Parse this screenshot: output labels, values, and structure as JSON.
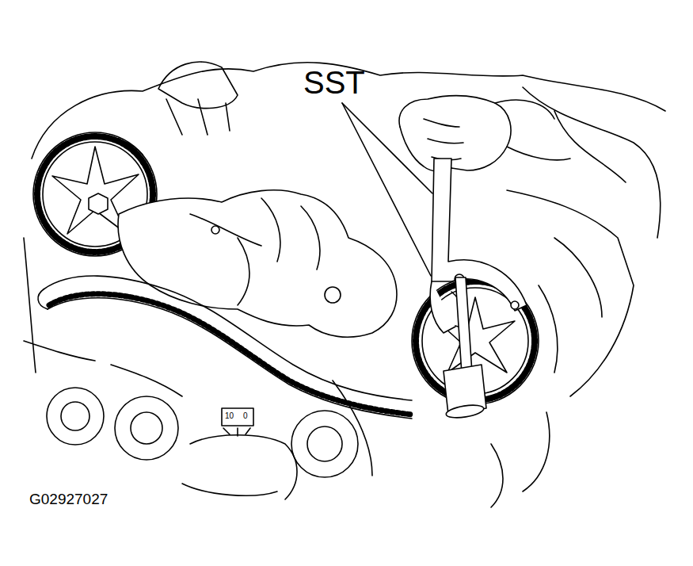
{
  "diagram": {
    "labels": [
      "SST",
      "G02927027",
      "10",
      "0"
    ]
  }
}
